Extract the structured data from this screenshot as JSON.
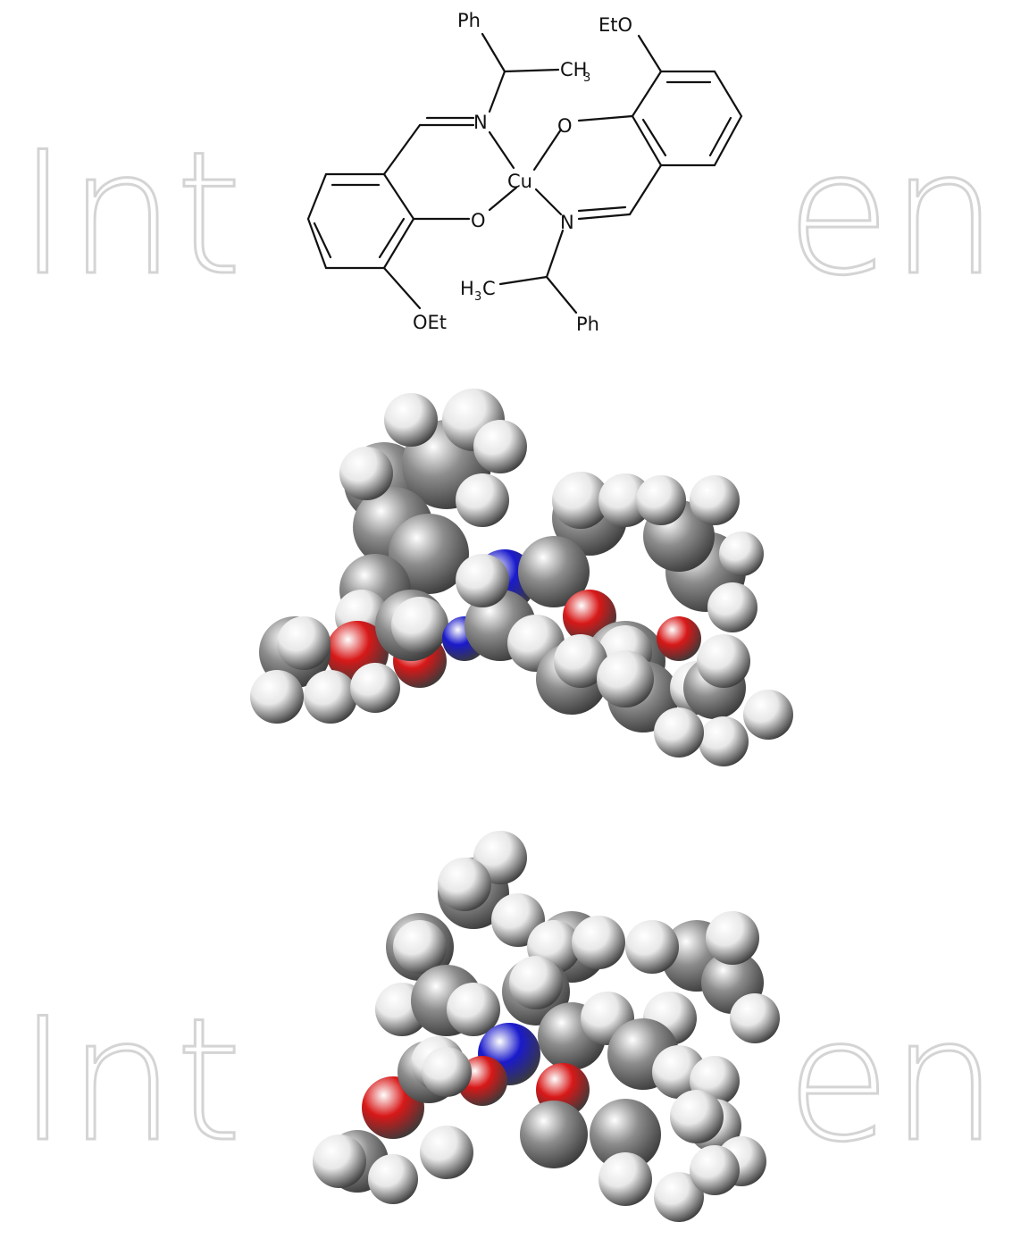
{
  "watermark": {
    "top_text": "Int",
    "bottom_text": "Int",
    "right_top_text": "en",
    "right_bottom_text": "en"
  },
  "structure": {
    "labels": {
      "ph_top": "Ph",
      "ch3_top": "CH",
      "ch3_sub": "3",
      "eto_top": "EtO",
      "n_top": "N",
      "o_right": "O",
      "cu": "Cu",
      "o_left": "O",
      "n_bottom": "N",
      "h3c_h": "H",
      "h3c_sub": "3",
      "h3c_c": "C",
      "oet_bottom": "OEt",
      "ph_bottom": "Ph"
    }
  },
  "colors": {
    "carbon": "#8c8c8c",
    "hydrogen": "#e8e8e8",
    "nitrogen": "#1a1acc",
    "oxygen": "#d81818",
    "watermark": "#d4d4d4"
  }
}
